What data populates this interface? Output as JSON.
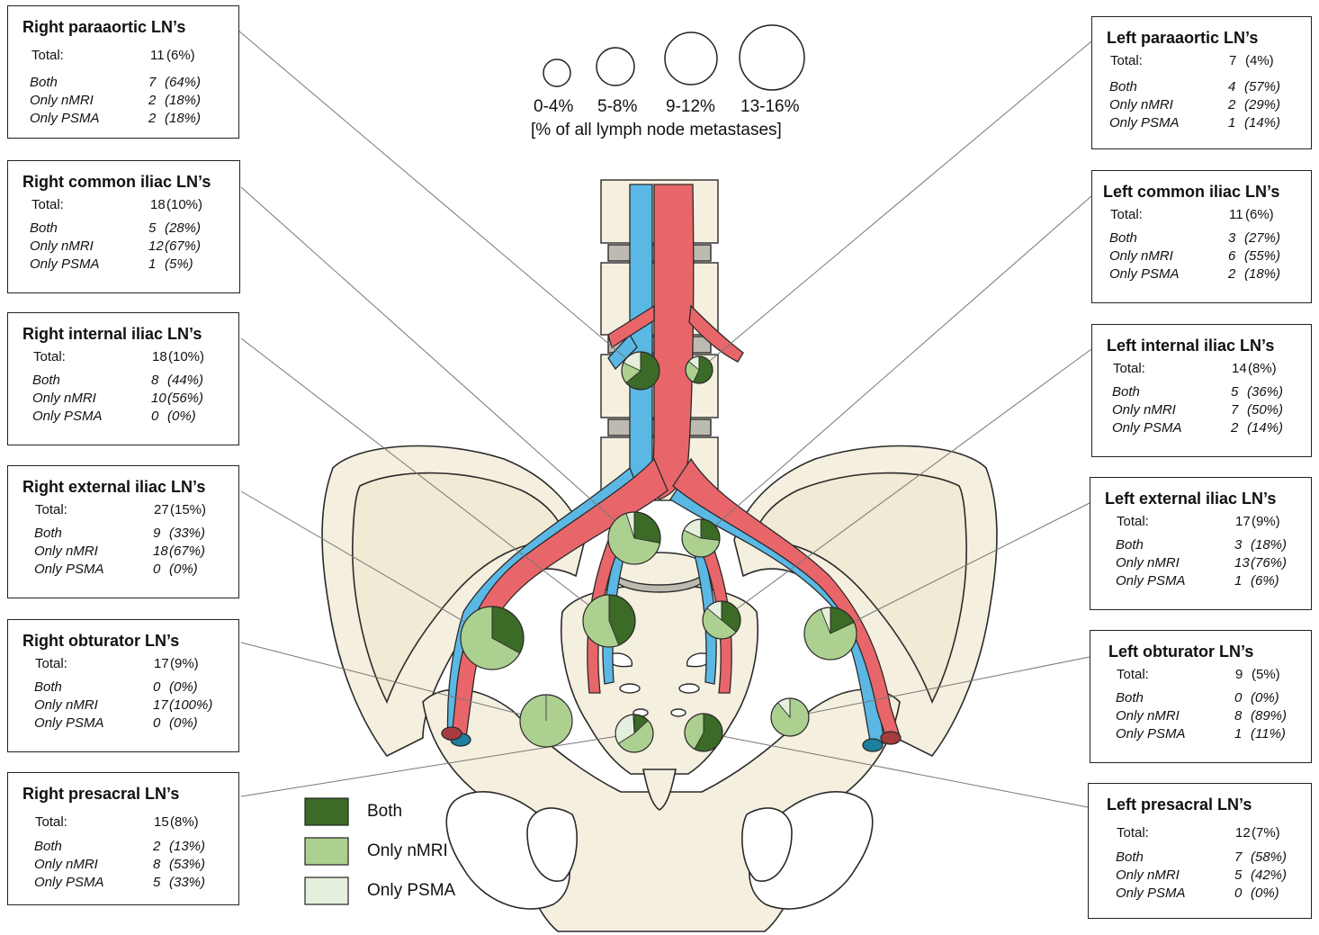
{
  "colors": {
    "both": "#3b6b26",
    "only_nmri": "#acd08f",
    "only_psma": "#e5efdd",
    "artery": "#e8666a",
    "vein": "#5bb8e4",
    "bone": "#f4efdf",
    "bone_outline": "#2a2a2a",
    "disc": "#bdbab0"
  },
  "size_legend": {
    "labels": [
      "0-4%",
      "5-8%",
      "9-12%",
      "13-16%"
    ],
    "caption": "[% of all lymph node metastases]"
  },
  "color_legend": [
    {
      "label": "Both",
      "color_key": "both"
    },
    {
      "label": "Only nMRI",
      "color_key": "only_nmri"
    },
    {
      "label": "Only PSMA",
      "color_key": "only_psma"
    }
  ],
  "row_labels": {
    "total": "Total:",
    "both": "Both",
    "nmri": "Only nMRI",
    "psma": "Only PSMA"
  },
  "regions": [
    {
      "id": "right-paraaortic",
      "title": "Right paraaortic LN’s",
      "total": {
        "n": "11",
        "pct": "(6%)"
      },
      "both": {
        "n": "7",
        "pct": "(64%)"
      },
      "nmri": {
        "n": "2",
        "pct": "(18%)"
      },
      "psma": {
        "n": "2",
        "pct": "(18%)"
      },
      "fractions": [
        0.64,
        0.18,
        0.18
      ],
      "share_pct": 6
    },
    {
      "id": "right-common-iliac",
      "title": "Right common iliac LN’s",
      "total": {
        "n": "18",
        "pct": "(10%)"
      },
      "both": {
        "n": "5",
        "pct": "(28%)"
      },
      "nmri": {
        "n": "12",
        "pct": "(67%)"
      },
      "psma": {
        "n": "1",
        "pct": "(5%)"
      },
      "fractions": [
        0.28,
        0.67,
        0.05
      ],
      "share_pct": 10
    },
    {
      "id": "right-internal-iliac",
      "title": "Right internal iliac LN’s",
      "total": {
        "n": "18",
        "pct": "(10%)"
      },
      "both": {
        "n": "8",
        "pct": "(44%)"
      },
      "nmri": {
        "n": "10",
        "pct": "(56%)"
      },
      "psma": {
        "n": "0",
        "pct": "(0%)"
      },
      "fractions": [
        0.44,
        0.56,
        0
      ],
      "share_pct": 10
    },
    {
      "id": "right-external-iliac",
      "title": "Right external iliac LN’s",
      "total": {
        "n": "27",
        "pct": "(15%)"
      },
      "both": {
        "n": "9",
        "pct": "(33%)"
      },
      "nmri": {
        "n": "18",
        "pct": "(67%)"
      },
      "psma": {
        "n": "0",
        "pct": "(0%)"
      },
      "fractions": [
        0.33,
        0.67,
        0
      ],
      "share_pct": 15
    },
    {
      "id": "right-obturator",
      "title": "Right obturator LN’s",
      "total": {
        "n": "17",
        "pct": "(9%)"
      },
      "both": {
        "n": "0",
        "pct": "(0%)"
      },
      "nmri": {
        "n": "17",
        "pct": "(100%)"
      },
      "psma": {
        "n": "0",
        "pct": "(0%)"
      },
      "fractions": [
        0,
        1,
        0
      ],
      "share_pct": 9
    },
    {
      "id": "right-presacral",
      "title": "Right presacral LN’s",
      "total": {
        "n": "15",
        "pct": "(8%)"
      },
      "both": {
        "n": "2",
        "pct": "(13%)"
      },
      "nmri": {
        "n": "8",
        "pct": "(53%)"
      },
      "psma": {
        "n": "5",
        "pct": "(33%)"
      },
      "fractions": [
        0.13,
        0.53,
        0.33
      ],
      "share_pct": 8
    },
    {
      "id": "left-paraaortic",
      "title": "Left paraaortic LN’s",
      "total": {
        "n": "7",
        "pct": "(4%)"
      },
      "both": {
        "n": "4",
        "pct": "(57%)"
      },
      "nmri": {
        "n": "2",
        "pct": "(29%)"
      },
      "psma": {
        "n": "1",
        "pct": "(14%)"
      },
      "fractions": [
        0.57,
        0.29,
        0.14
      ],
      "share_pct": 4
    },
    {
      "id": "left-common-iliac",
      "title": "Left common iliac LN’s",
      "total": {
        "n": "11",
        "pct": "(6%)"
      },
      "both": {
        "n": "3",
        "pct": "(27%)"
      },
      "nmri": {
        "n": "6",
        "pct": "(55%)"
      },
      "psma": {
        "n": "2",
        "pct": "(18%)"
      },
      "fractions": [
        0.27,
        0.55,
        0.18
      ],
      "share_pct": 6
    },
    {
      "id": "left-internal-iliac",
      "title": "Left internal iliac LN’s",
      "total": {
        "n": "14",
        "pct": "(8%)"
      },
      "both": {
        "n": "5",
        "pct": "(36%)"
      },
      "nmri": {
        "n": "7",
        "pct": "(50%)"
      },
      "psma": {
        "n": "2",
        "pct": "(14%)"
      },
      "fractions": [
        0.36,
        0.5,
        0.14
      ],
      "share_pct": 8
    },
    {
      "id": "left-external-iliac",
      "title": "Left external iliac LN’s",
      "total": {
        "n": "17",
        "pct": "(9%)"
      },
      "both": {
        "n": "3",
        "pct": "(18%)"
      },
      "nmri": {
        "n": "13",
        "pct": "(76%)"
      },
      "psma": {
        "n": "1",
        "pct": "(6%)"
      },
      "fractions": [
        0.18,
        0.76,
        0.06
      ],
      "share_pct": 9
    },
    {
      "id": "left-obturator",
      "title": "Left obturator LN’s",
      "total": {
        "n": "9",
        "pct": "(5%)"
      },
      "both": {
        "n": "0",
        "pct": "(0%)"
      },
      "nmri": {
        "n": "8",
        "pct": "(89%)"
      },
      "psma": {
        "n": "1",
        "pct": "(11%)"
      },
      "fractions": [
        0,
        0.89,
        0.11
      ],
      "share_pct": 5
    },
    {
      "id": "left-presacral",
      "title": "Left presacral LN’s",
      "total": {
        "n": "12",
        "pct": "(7%)"
      },
      "both": {
        "n": "7",
        "pct": "(58%)"
      },
      "nmri": {
        "n": "5",
        "pct": "(42%)"
      },
      "psma": {
        "n": "0",
        "pct": "(0%)"
      },
      "fractions": [
        0.58,
        0.42,
        0
      ],
      "share_pct": 7
    }
  ]
}
